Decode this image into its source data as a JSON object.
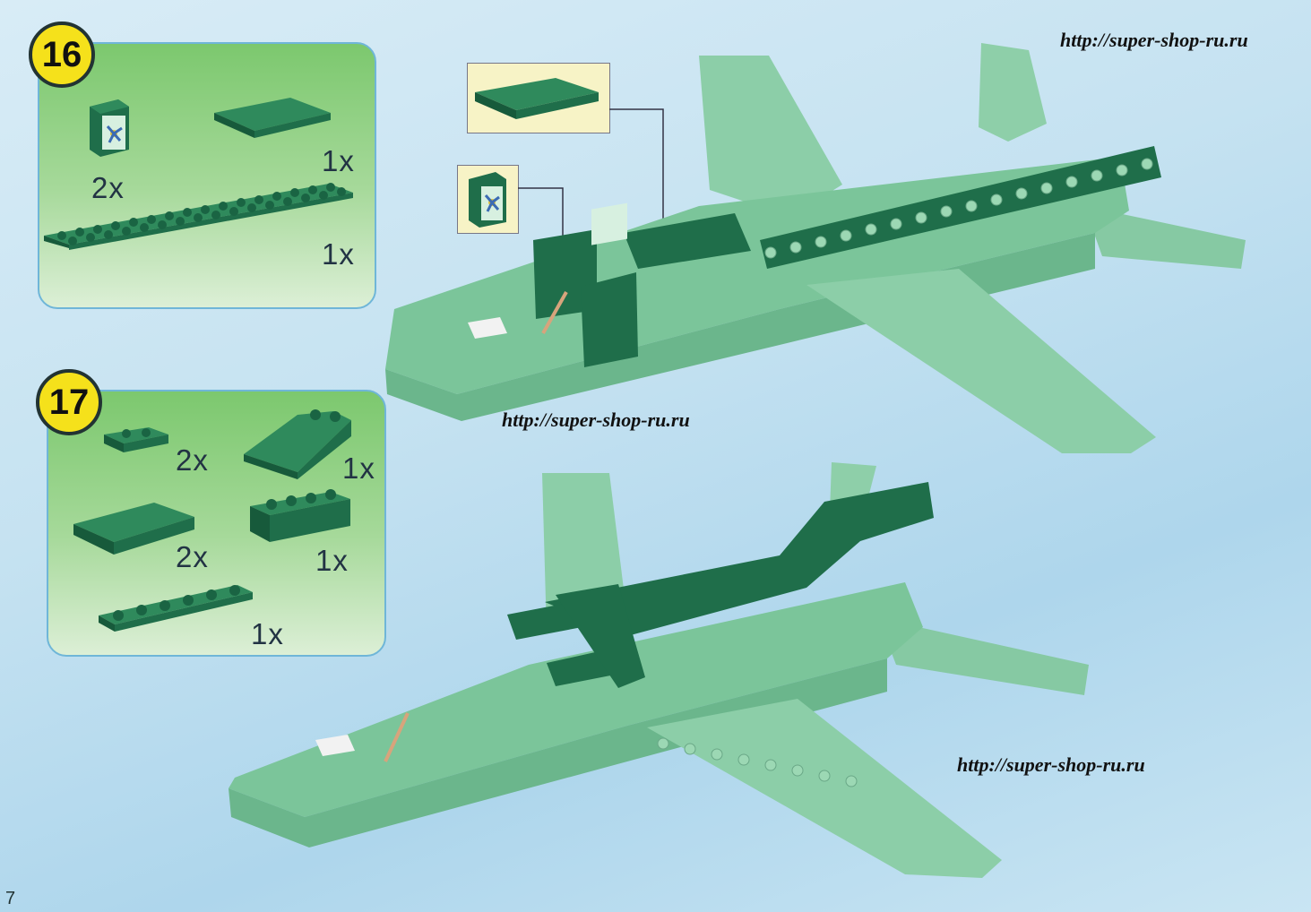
{
  "page_number": "7",
  "watermarks": [
    "http://super-shop-ru.ru",
    "http://super-shop-ru.ru",
    "http://super-shop-ru.ru"
  ],
  "steps": [
    {
      "number": "16",
      "parts": [
        {
          "icon": "panel-brick-with-propeller-icon",
          "qty": "2x"
        },
        {
          "icon": "tile-2x4-icon",
          "qty": "1x"
        },
        {
          "icon": "plate-2x16-icon",
          "qty": "1x"
        }
      ]
    },
    {
      "number": "17",
      "parts": [
        {
          "icon": "plate-1x2-icon",
          "qty": "2x"
        },
        {
          "icon": "slope-brick-icon",
          "qty": "1x"
        },
        {
          "icon": "slope-tile-icon",
          "qty": "2x"
        },
        {
          "icon": "brick-1x4-icon",
          "qty": "1x"
        },
        {
          "icon": "plate-1x6-icon",
          "qty": "1x"
        }
      ]
    }
  ],
  "colors": {
    "part_dark_green": "#1f6e4a",
    "model_green": "#7bc59a",
    "badge_yellow": "#f5e11b",
    "panel_border": "#6fb6d8",
    "callout_bg": "#f7f3c6"
  }
}
